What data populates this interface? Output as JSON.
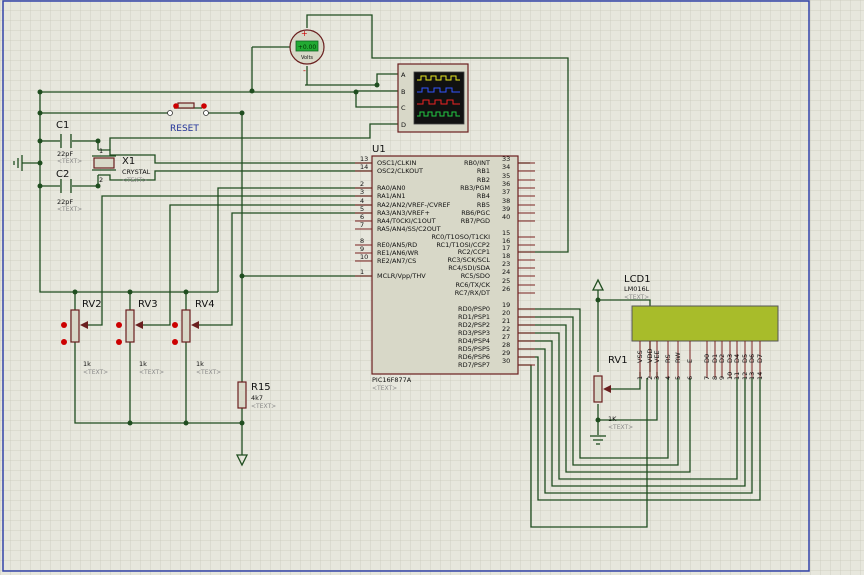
{
  "mcu": {
    "ref": "U1",
    "part": "PIC16F877A",
    "text": "<TEXT>",
    "left_pins": [
      {
        "num": "13",
        "name": "OSC1/CLKIN"
      },
      {
        "num": "14",
        "name": "OSC2/CLKOUT"
      },
      {
        "num": "2",
        "name": "RA0/AN0"
      },
      {
        "num": "3",
        "name": "RA1/AN1"
      },
      {
        "num": "4",
        "name": "RA2/AN2/VREF-/CVREF"
      },
      {
        "num": "5",
        "name": "RA3/AN3/VREF+"
      },
      {
        "num": "6",
        "name": "RA4/T0CKI/C1OUT"
      },
      {
        "num": "7",
        "name": "RA5/AN4/SS/C2OUT"
      },
      {
        "num": "8",
        "name": "RE0/AN5/RD"
      },
      {
        "num": "9",
        "name": "RE1/AN6/WR"
      },
      {
        "num": "10",
        "name": "RE2/AN7/CS"
      },
      {
        "num": "1",
        "name": "MCLR/Vpp/THV"
      }
    ],
    "right_pins": [
      {
        "num": "33",
        "name": "RB0/INT"
      },
      {
        "num": "34",
        "name": "RB1"
      },
      {
        "num": "35",
        "name": "RB2"
      },
      {
        "num": "36",
        "name": "RB3/PGM"
      },
      {
        "num": "37",
        "name": "RB4"
      },
      {
        "num": "38",
        "name": "RB5"
      },
      {
        "num": "39",
        "name": "RB6/PGC"
      },
      {
        "num": "40",
        "name": "RB7/PGD"
      },
      {
        "num": "15",
        "name": "RC0/T1OSO/T1CKI"
      },
      {
        "num": "16",
        "name": "RC1/T1OSI/CCP2"
      },
      {
        "num": "17",
        "name": "RC2/CCP1"
      },
      {
        "num": "18",
        "name": "RC3/SCK/SCL"
      },
      {
        "num": "23",
        "name": "RC4/SDI/SDA"
      },
      {
        "num": "24",
        "name": "RC5/SDO"
      },
      {
        "num": "25",
        "name": "RC6/TX/CK"
      },
      {
        "num": "26",
        "name": "RC7/RX/DT"
      },
      {
        "num": "19",
        "name": "RD0/PSP0"
      },
      {
        "num": "20",
        "name": "RD1/PSP1"
      },
      {
        "num": "21",
        "name": "RD2/PSP2"
      },
      {
        "num": "22",
        "name": "RD3/PSP3"
      },
      {
        "num": "27",
        "name": "RD4/PSP4"
      },
      {
        "num": "28",
        "name": "RD5/PSP5"
      },
      {
        "num": "29",
        "name": "RD6/PSP6"
      },
      {
        "num": "30",
        "name": "RD7/PSP7"
      }
    ]
  },
  "lcd": {
    "ref": "LCD1",
    "part": "LM016L",
    "text": "<TEXT>",
    "pins": [
      {
        "name": "VSS",
        "num": "1"
      },
      {
        "name": "VDD",
        "num": "2"
      },
      {
        "name": "VEE",
        "num": "3"
      },
      {
        "name": "RS",
        "num": "4"
      },
      {
        "name": "RW",
        "num": "5"
      },
      {
        "name": "E",
        "num": "6"
      },
      {
        "name": "D0",
        "num": "7"
      },
      {
        "name": "D1",
        "num": "8"
      },
      {
        "name": "D2",
        "num": "9"
      },
      {
        "name": "D3",
        "num": "10"
      },
      {
        "name": "D4",
        "num": "11"
      },
      {
        "name": "D5",
        "num": "12"
      },
      {
        "name": "D6",
        "num": "13"
      },
      {
        "name": "D7",
        "num": "14"
      }
    ],
    "screen_color": "#a8bc2a"
  },
  "c1": {
    "ref": "C1",
    "value": "22pF",
    "text": "<TEXT>"
  },
  "c2": {
    "ref": "C2",
    "value": "22pF",
    "text": "<TEXT>"
  },
  "x1": {
    "ref": "X1",
    "value": "CRYSTAL",
    "text": "<TEXT>"
  },
  "reset": {
    "label": "RESET"
  },
  "rv2": {
    "ref": "RV2",
    "value": "1k",
    "text": "<TEXT>"
  },
  "rv3": {
    "ref": "RV3",
    "value": "1k",
    "text": "<TEXT>"
  },
  "rv4": {
    "ref": "RV4",
    "value": "1k",
    "text": "<TEXT>"
  },
  "rv1": {
    "ref": "RV1",
    "value": "1K",
    "text": "<TEXT>"
  },
  "r15": {
    "ref": "R15",
    "value": "4k7",
    "text": "<TEXT>"
  },
  "voltmeter": {
    "display": "+0.00",
    "unit": "Volts",
    "plus": "+",
    "minus": "-"
  },
  "scope": {
    "channels": [
      "A",
      "B",
      "C",
      "D"
    ]
  },
  "crystal_pins": {
    "p1": "1",
    "p2": "2"
  },
  "colors": {
    "wire": "#1f4d1f",
    "component_outline": "#6a1f1f",
    "component_fill": "#d8d8c8",
    "grid": "#c9c9bc",
    "frame": "#3344aa",
    "background": "#e7e7dd",
    "pin_red": "#cc0000"
  }
}
